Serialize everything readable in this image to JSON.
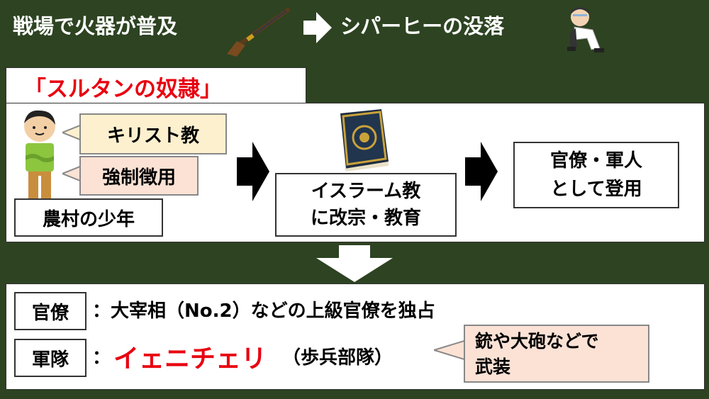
{
  "header": {
    "left": "戦場で火器が普及",
    "right": "シパーヒーの没落"
  },
  "sultan_label": "「スルタンの奴隷」",
  "flow": {
    "christian_bubble": "キリスト教",
    "forced_bubble": "強制徴用",
    "boy_label": "農村の少年",
    "islam_line1": "イスラーム教",
    "islam_line2": "に改宗・教育",
    "office_line1": "官僚・軍人",
    "office_line2": "として登用"
  },
  "bottom": {
    "bureau_tag": "官僚",
    "bureau_text": "：大宰相（No.2）などの上級官僚を独占",
    "army_tag": "軍隊",
    "army_colon": "：",
    "army_highlight": "イェニチェリ",
    "army_suffix": "（歩兵部隊）",
    "note_line1": "銃や大砲などで",
    "note_line2": "武装"
  },
  "colors": {
    "board_green": "#2d4321",
    "accent_red": "#e8000f",
    "bubble_yellow": "#fdf0cf",
    "bubble_pink": "#fbe2d5"
  }
}
